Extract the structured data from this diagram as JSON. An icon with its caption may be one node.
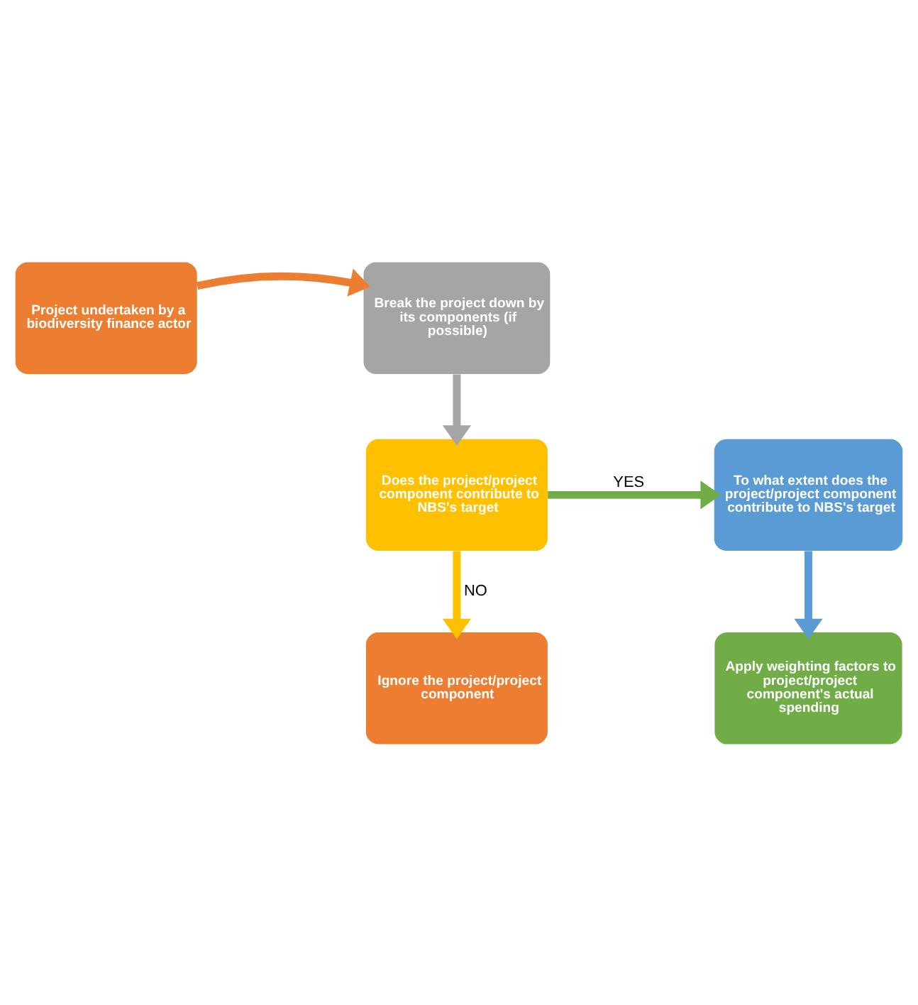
{
  "diagram": {
    "nodes": [
      {
        "text": [
          "Project undertaken by a biodiversity finance actor"
        ]
      },
      {
        "text": [
          "Break the project down by its components (if possible)"
        ]
      },
      {
        "text": [
          "Does the project/project component contribute to NBS's target"
        ]
      },
      {
        "text": [
          "To what extent does the project/project component contribute to NBS's target"
        ]
      },
      {
        "text": [
          "Apply weighting factors to project/project component's actual spending"
        ]
      },
      {
        "text": [
          "Ignore the project/project component"
        ]
      }
    ],
    "edges": [
      {
        "from": 0,
        "to": 1,
        "arrow": "to",
        "color": "#ed7d31"
      },
      {
        "from": 1,
        "to": 2,
        "arrow": "to",
        "color": "#a5a5a5"
      },
      {
        "from": 2,
        "to": 3,
        "arrow": "to",
        "label": "YES",
        "color": "#70ad47"
      },
      {
        "from": 3,
        "to": 4,
        "arrow": "to",
        "color": "#5b9bd5"
      },
      {
        "from": 2,
        "to": 5,
        "arrow": "to",
        "label": "NO",
        "color": "#ffc000"
      }
    ]
  }
}
